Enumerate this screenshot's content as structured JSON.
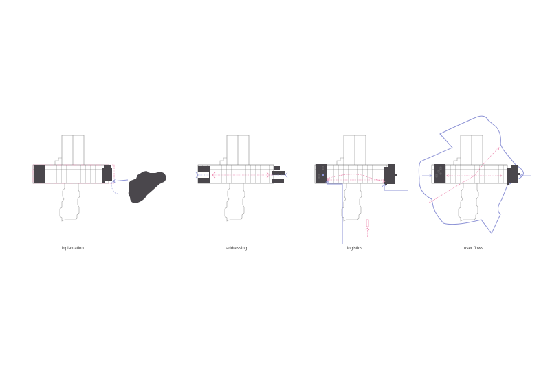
{
  "diagrams": [
    {
      "id": "implantation",
      "label": "inplantation"
    },
    {
      "id": "addressing",
      "label": "addressing"
    },
    {
      "id": "logistics",
      "label": "logistics"
    },
    {
      "id": "user-flows",
      "label": "user flows"
    }
  ],
  "colors": {
    "outline": "#9a9a9a",
    "grid": "#555555",
    "solid": "#4a474c",
    "pink": "#ec7fa9",
    "blue": "#8d93d6",
    "label": "#333333"
  }
}
